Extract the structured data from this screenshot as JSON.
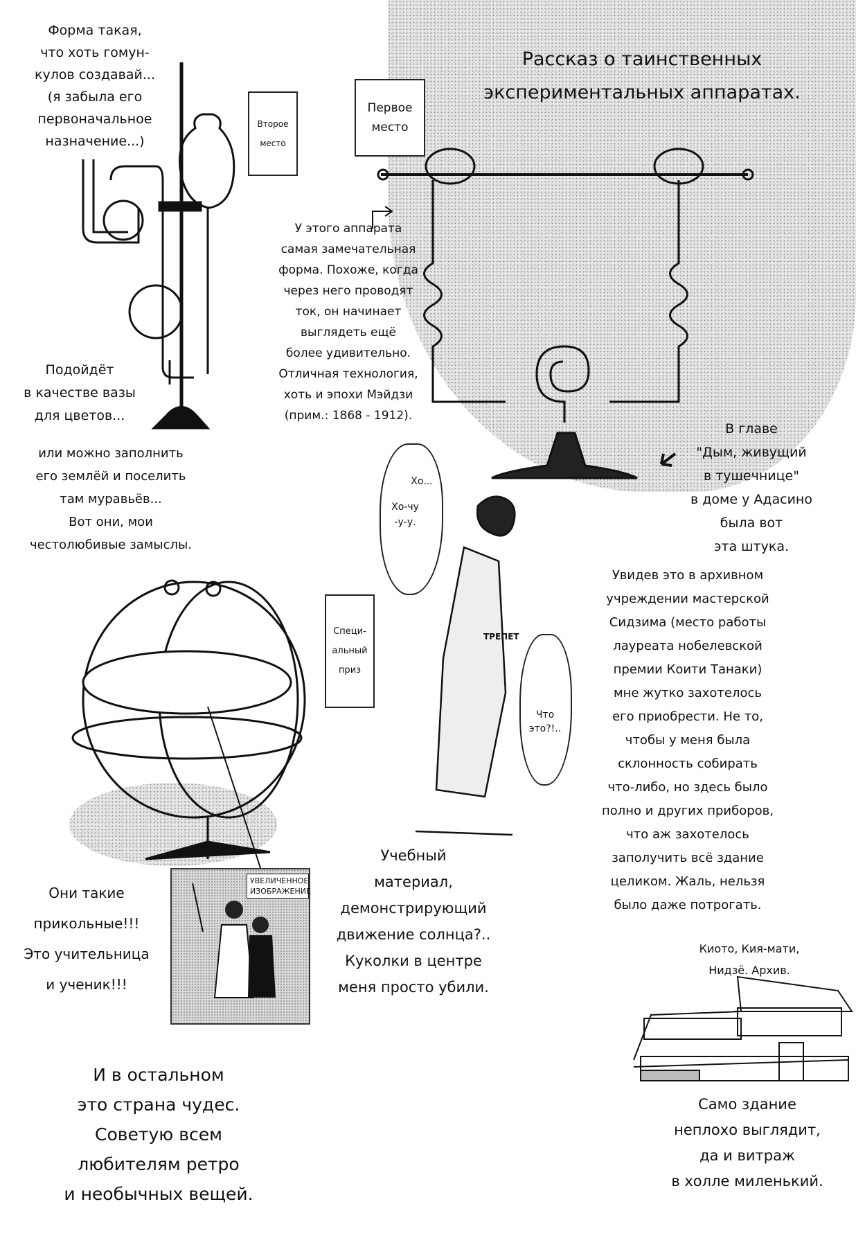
{
  "title": {
    "lines": [
      "Рассказ о таинственных",
      "экспериментальных аппаратах."
    ]
  },
  "signs": {
    "first_place": "Первое место",
    "second_place": "Второе место",
    "special_prize": "Специ-альный приз"
  },
  "notes": {
    "homunculus": {
      "lines": [
        "Форма такая,",
        "что хоть гомун-",
        "кулов создавай...",
        "(я забыла его",
        "первоначальное",
        "назначение...)"
      ]
    },
    "vase": {
      "lines": [
        "Подойдёт",
        "в качестве вазы",
        "для цветов..."
      ]
    },
    "ants": {
      "lines": [
        "или можно заполнить",
        "его землёй и поселить",
        "там муравьёв...",
        "Вот они, мои",
        "честолюбивые замыслы."
      ]
    },
    "apparatus": {
      "lines": [
        "У этого аппарата",
        "самая замечательная",
        "форма. Похоже, когда",
        "через него проводят",
        "ток, он начинает",
        "выглядеть ещё",
        "более удивительно.",
        "Отличная технология,",
        "хоть и эпохи Мэйдзи",
        "(прим.: 1868 - 1912)."
      ]
    },
    "chapter": {
      "lines": [
        "В главе",
        "\"Дым, живущий",
        "в тушечнице\"",
        "в доме у Адасино",
        "была вот",
        "эта штука."
      ]
    },
    "archive": {
      "lines": [
        "Увидев это в архивном",
        "учреждении мастерской",
        "Сидзима (место работы",
        "лауреата нобелевской",
        "премии Коити Танаки)",
        "мне жутко захотелось",
        "его приобрести. Не то,",
        "чтобы у меня была",
        "склонность собирать",
        "что-либо, но здесь было",
        "полно и других приборов,",
        "что аж захотелось",
        "заполучить всё здание",
        "целиком. Жаль, нельзя",
        "было даже потрогать."
      ]
    },
    "sun": {
      "lines": [
        "Учебный",
        "материал,",
        "демонстрирующий",
        "движение солнца?..",
        "Куколки в центре",
        "меня просто убили."
      ]
    },
    "dolls": {
      "lines": [
        "Они такие",
        "прикольные!!!",
        "Это учительница",
        "и ученик!!!"
      ]
    },
    "wonderland": {
      "lines": [
        "И в остальном",
        "это страна чудес.",
        "Советую всем",
        "любителям ретро",
        "и необычных вещей."
      ]
    },
    "location": {
      "lines": [
        "Киото, Кия-мати,",
        "Нидзё. Архив."
      ]
    },
    "building": {
      "lines": [
        "Само здание",
        "неплохо выглядит,",
        "да и витраж",
        "в холле миленький."
      ]
    }
  },
  "speech": {
    "want_1": "Хо...",
    "want_2": "Хо-чу-у-у.",
    "what": "Что это?!..",
    "sfx": "ТРЕПЕТ",
    "zoom_tag": "УВЕЛИЧЕННОЕ ИЗОБРАЖЕНИЕ"
  }
}
